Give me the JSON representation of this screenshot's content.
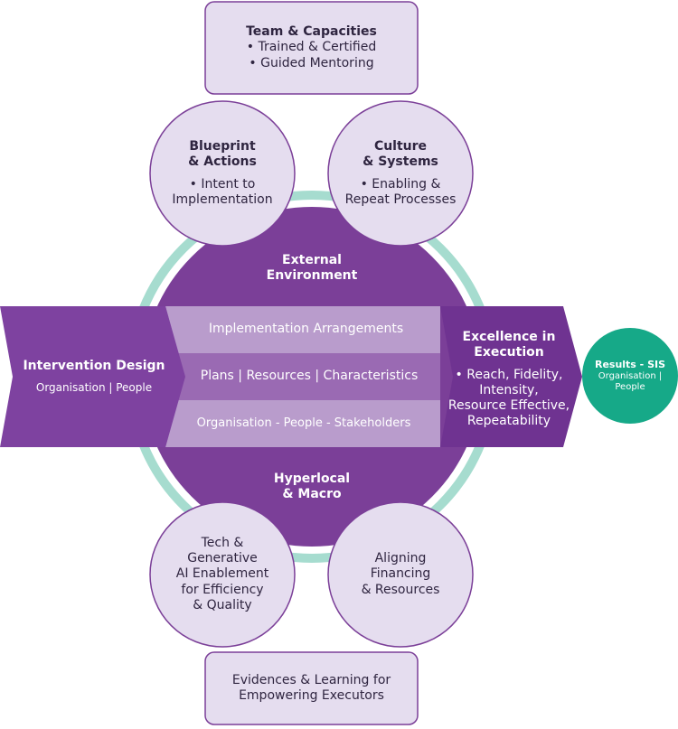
{
  "colors": {
    "ring": "#a6dccf",
    "hub": "#7b3f98",
    "lavender": "#e5ddef",
    "lavender_border": "#7b3f98",
    "results": "#16a988",
    "band_light": "#b99ccc",
    "band_mid": "#9a6ab3",
    "arrow_left": "#7e42a0",
    "arrow_right": "#6f3391",
    "text_dark": "#2f2540"
  },
  "top_box": {
    "title": "Team & Capacities",
    "items": [
      "• Trained & Certified",
      "• Guided Mentoring"
    ]
  },
  "blueprint": {
    "line1": "Blueprint",
    "line2": "& Actions",
    "item1": "• Intent to",
    "item2": "Implementation"
  },
  "culture": {
    "line1": "Culture",
    "line2": "& Systems",
    "item1": "• Enabling &",
    "item2": "Repeat Processes"
  },
  "hub": {
    "top_line1": "External",
    "top_line2": "Environment",
    "bottom_line1": "Hyperlocal",
    "bottom_line2": "& Macro"
  },
  "intervention": {
    "title": "Intervention Design",
    "subtitle": "Organisation | People"
  },
  "bands": [
    "Implementation Arrangements",
    "Plans | Resources | Characteristics",
    "Organisation - People - Stakeholders"
  ],
  "excellence": {
    "title_line1": "Excellence in",
    "title_line2": "Execution",
    "item_line1": "• Reach, Fidelity,",
    "item_line2": "Intensity,",
    "item_line3": "Resource Effective,",
    "item_line4": "Repeatability"
  },
  "results": {
    "title": "Results - SIS",
    "subtitle": "Organisation | People"
  },
  "tech": {
    "line1": "Tech &",
    "line2": "Generative",
    "line3": "AI Enablement",
    "line4": "for Efficiency",
    "line5": "& Quality"
  },
  "financing": {
    "line1": "Aligning",
    "line2": "Financing",
    "line3": "& Resources"
  },
  "bottom_box": {
    "line1": "Evidences & Learning for",
    "line2": "Empowering Executors"
  }
}
